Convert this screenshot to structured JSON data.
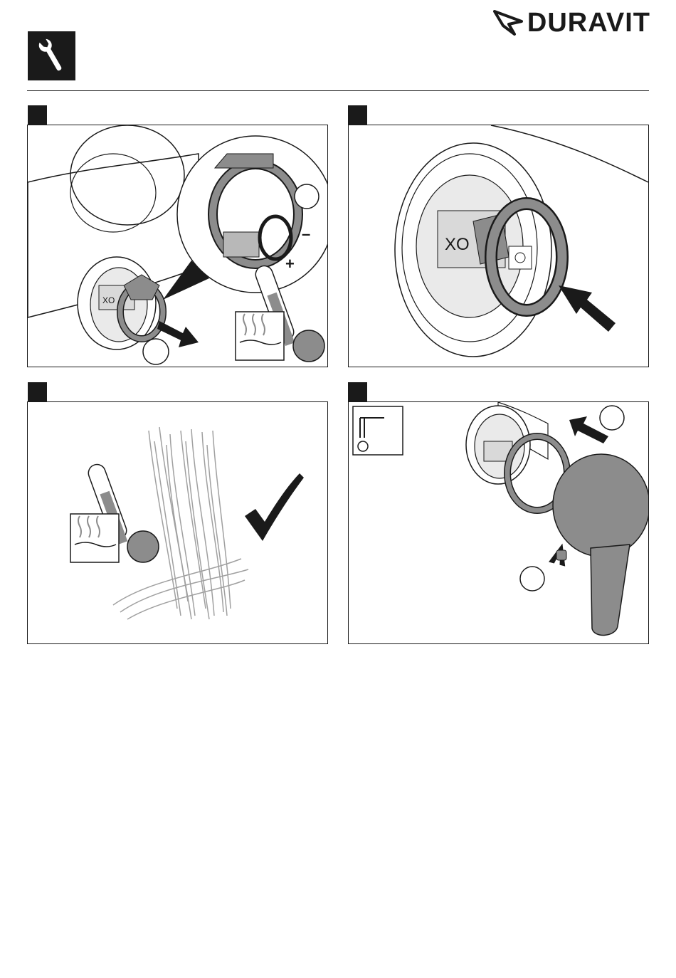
{
  "brand": {
    "name": "DURAVIT",
    "logo_icon": "duravit-bird-icon",
    "tool_icon": "wrench-icon"
  },
  "panels": [
    {
      "id": "step-1",
      "plus_symbol": "+",
      "minus_symbol": "–",
      "cartridge_text": "XO"
    },
    {
      "id": "step-2",
      "cartridge_text": "XO"
    },
    {
      "id": "step-3",
      "check_icon": "checkmark-icon"
    },
    {
      "id": "step-4",
      "tool_icon": "allen-key-icon"
    }
  ],
  "colors": {
    "ink": "#1a1a1a",
    "part_gray": "#8c8c8c",
    "light_gray": "#c8c8c8",
    "water_gray": "#a0a0a0"
  }
}
